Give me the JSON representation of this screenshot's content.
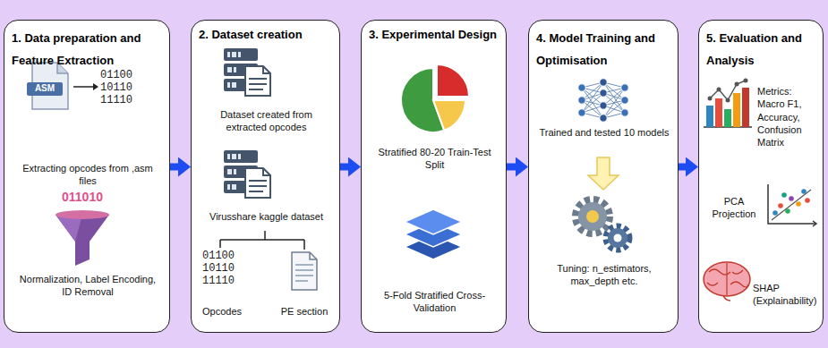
{
  "diagram": {
    "nodes": [
      {
        "text": [
          "1. Data preparation and Feature Extraction",
          "Extracting opcodes from ,asm files",
          "Normalization, Label Encoding, ID Removal"
        ]
      },
      {
        "text": [
          "2. Dataset creation",
          "Dataset created from extracted opcodes",
          "Virusshare kaggle dataset",
          "Opcodes",
          "PE section"
        ]
      },
      {
        "text": [
          "3. Experimental Design",
          "Stratified 80-20 Train-Test Split",
          "5-Fold Stratified Cross-Validation"
        ]
      },
      {
        "text": [
          "4. Model Training and Optimisation",
          "Trained and tested 10 models",
          "Tuning: n_estimators, max_depth etc."
        ]
      },
      {
        "text": [
          "5. Evaluation and Analysis",
          "Metrics: Macro F1, Accuracy, Confusion Matrix",
          "PCA Projection",
          "SHAP (Explainability)"
        ]
      }
    ],
    "edges": [
      {
        "from": 0,
        "to": 1,
        "arrow": "to"
      },
      {
        "from": 1,
        "to": 2,
        "arrow": "to"
      },
      {
        "from": 2,
        "to": 3,
        "arrow": "to"
      },
      {
        "from": 3,
        "to": 4,
        "arrow": "to"
      }
    ],
    "labels": [
      "ASM",
      "01100 10110 11110",
      "011010",
      "01100 10110 11110"
    ]
  }
}
